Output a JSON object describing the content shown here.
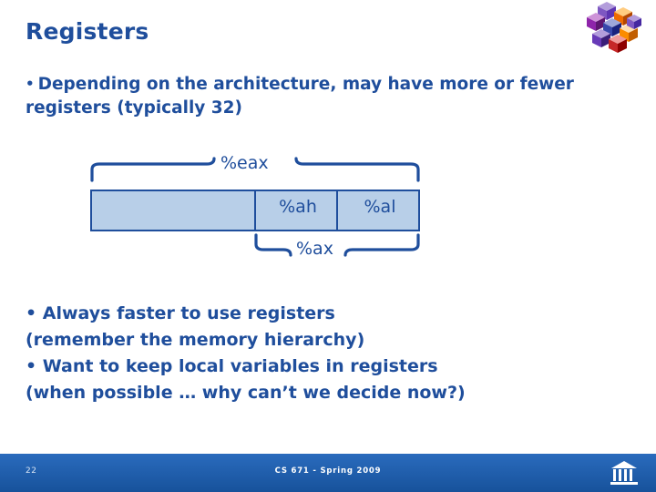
{
  "slide": {
    "title": "Registers",
    "bullet_top": "Depending on the architecture, may have more or fewer registers (typically 32)",
    "bullet_marker": "•",
    "diagram": {
      "top_label": "%eax",
      "bottom_label": "%ax",
      "cell_high": "%ah",
      "cell_low": "%al",
      "box_fill": "#b8cfe8",
      "box_stroke": "#1f4e9c"
    },
    "bullets_lower": [
      "• Always faster to use registers",
      "(remember the memory hierarchy)",
      "• Want to keep local variables in registers",
      "(when possible … why can’t we decide now?)"
    ],
    "footer": {
      "page_number": "22",
      "course_text": "CS 671 - Spring 2009",
      "bar_color": "#1c5ba6"
    },
    "accent_color": "#1f4e9c"
  }
}
